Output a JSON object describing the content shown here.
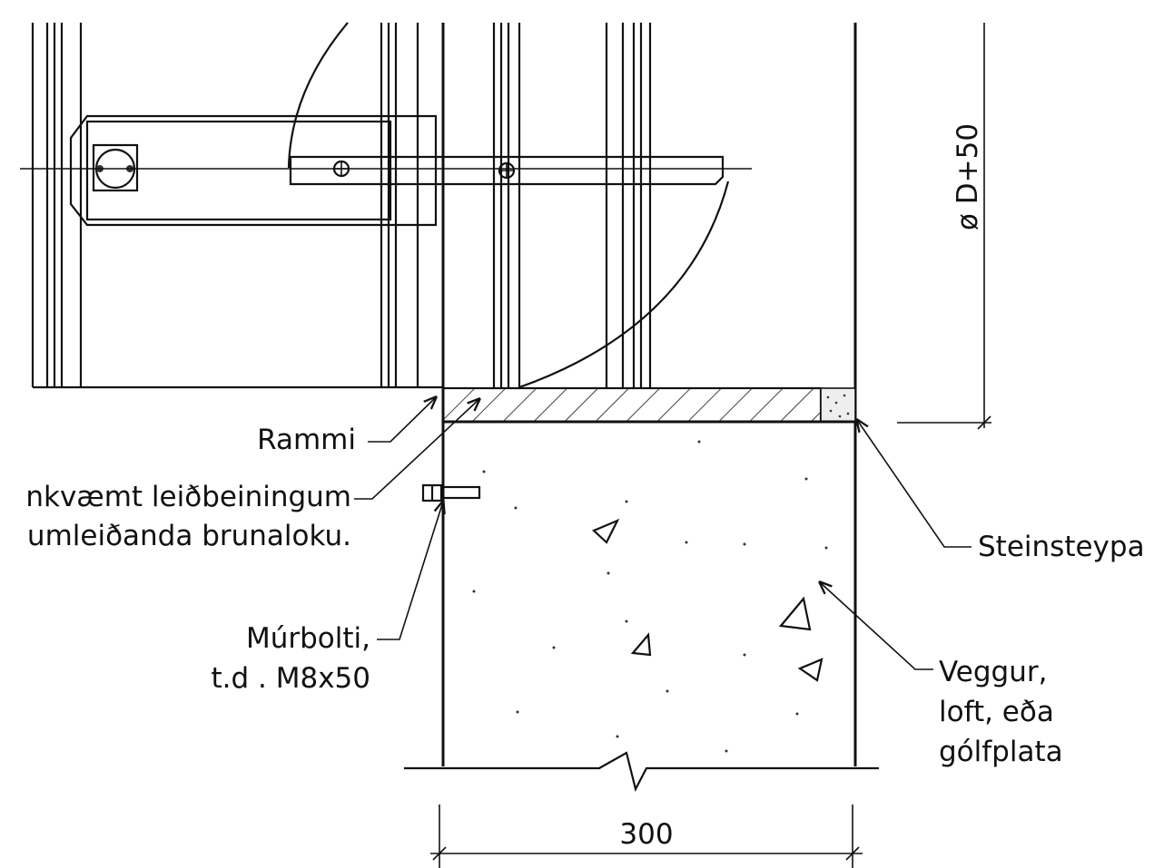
{
  "labels": {
    "frame": "Rammi",
    "instructions_line1": "nkvæmt leiðbeiningum",
    "instructions_line2": "umleiðanda brunaloku.",
    "anchor_bolt_line1": "Múrbolti,",
    "anchor_bolt_line2": "t.d . M8x50",
    "concrete": "Steinsteypa",
    "wall_line1": "Veggur,",
    "wall_line2": "loft, eða",
    "wall_line3": "gólfplata"
  },
  "dimensions": {
    "width": "300",
    "diameter": "ø D+50"
  }
}
